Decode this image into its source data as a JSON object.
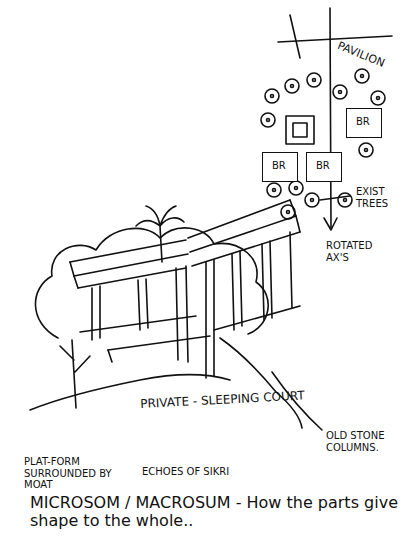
{
  "diagram": {
    "nodes": [
      {
        "text": [
          "BR"
        ]
      },
      {
        "text": [
          "BR"
        ]
      },
      {
        "text": [
          "BR"
        ]
      }
    ],
    "labels": [
      "PAVILION",
      "EXIST TREES",
      "ROTATED AX'S",
      "PRIVATE - SLEEPING COURT",
      "OLD STONE COLUMNS.",
      "PLAT-FORM SURROUNDED BY MOAT",
      "ECHOES OF SIKRI",
      "MICROSOM / MACROSUM - How the parts give shape to the whole.."
    ]
  }
}
